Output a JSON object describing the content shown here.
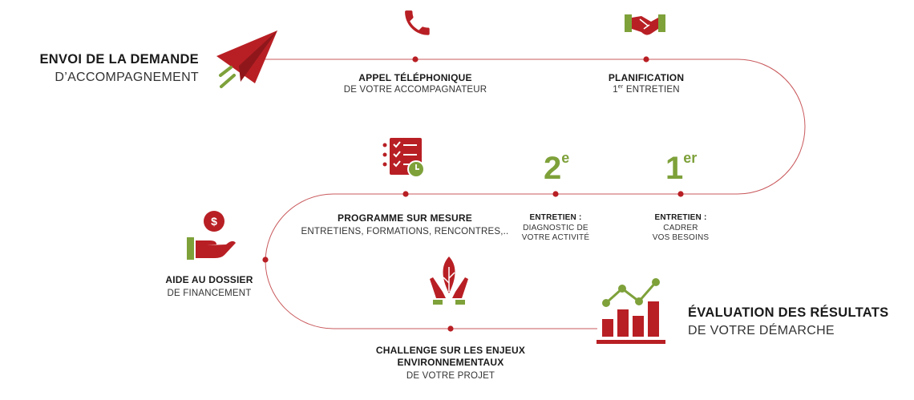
{
  "colors": {
    "red": "#b81f24",
    "green": "#7ea13a",
    "line": "#c9595c"
  },
  "start": {
    "title": "ENVOI DE LA DEMANDE",
    "subtitle": "D’ACCOMPAGNEMENT",
    "icon": "paper-plane-icon"
  },
  "steps": {
    "appel": {
      "title": "APPEL TÉLÉPHONIQUE",
      "subtitle": "DE VOTRE ACCOMPAGNATEUR",
      "icon": "phone-icon"
    },
    "planification": {
      "title": "PLANIFICATION",
      "subtitle_sup": "er",
      "subtitle_num": "1",
      "subtitle": "ENTRETIEN",
      "icon": "handshake-icon"
    },
    "entretien1": {
      "ordinal_num": "1",
      "ordinal_sup": "er",
      "title": "ENTRETIEN :",
      "line1": "CADRER",
      "line2": "VOS BESOINS"
    },
    "entretien2": {
      "ordinal_num": "2",
      "ordinal_sup": "e",
      "title": "ENTRETIEN :",
      "line1": "DIAGNOSTIC DE",
      "line2": "VOTRE ACTIVITÉ"
    },
    "programme": {
      "title": "PROGRAMME SUR MESURE",
      "subtitle": "ENTRETIENS, FORMATIONS, RENCONTRES,..",
      "icon": "checklist-clock-icon"
    },
    "aide": {
      "title": "AIDE AU DOSSIER",
      "subtitle": "DE FINANCEMENT",
      "icon": "money-hand-icon"
    },
    "challenge": {
      "title1": "CHALLENGE SUR LES ENJEUX",
      "title2": "ENVIRONNEMENTAUX",
      "subtitle": "DE VOTRE PROJET",
      "icon": "leaf-hands-icon"
    }
  },
  "end": {
    "title": "ÉVALUATION DES RÉSULTATS",
    "subtitle": "DE VOTRE DÉMARCHE",
    "icon": "bar-chart-icon"
  }
}
